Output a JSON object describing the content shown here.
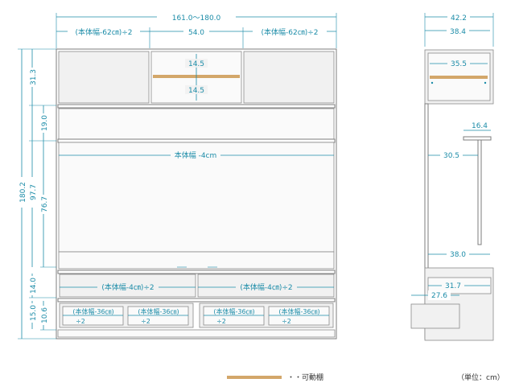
{
  "front": {
    "total_width": "161.0～180.0",
    "top_left": "(本体幅-62㎝)÷2",
    "top_center": "54.0",
    "top_right": "(本体幅-62㎝)÷2",
    "upper_shelf_above": "14.5",
    "upper_shelf_below": "14.5",
    "tv_width": "本体幅 -4cm",
    "mid_drawer_left": "(本体幅-4㎝)÷2",
    "mid_drawer_right": "(本体幅-4㎝)÷2",
    "low_drawer_label": "(本体幅-36㎝)",
    "low_drawer_div": "÷2",
    "h_total": "180.2",
    "h_upper": "31.3",
    "h_band": "19.0",
    "h_tv_total": "97.7",
    "h_tv": "76.7",
    "h_mid": "14.0",
    "h_low": "15.0",
    "h_base": "10.6"
  },
  "side": {
    "depth_total": "42.2",
    "depth_body": "38.4",
    "upper_inner": "35.5",
    "bracket": "16.4",
    "mid_depth": "30.5",
    "tv_depth": "38.0",
    "drawer_depth": "31.7",
    "low_drawer_depth": "27.6"
  },
  "legend": {
    "shelf_label": "・・可動棚",
    "unit": "（単位：cm）",
    "shelf_color": "#d3a76a"
  }
}
